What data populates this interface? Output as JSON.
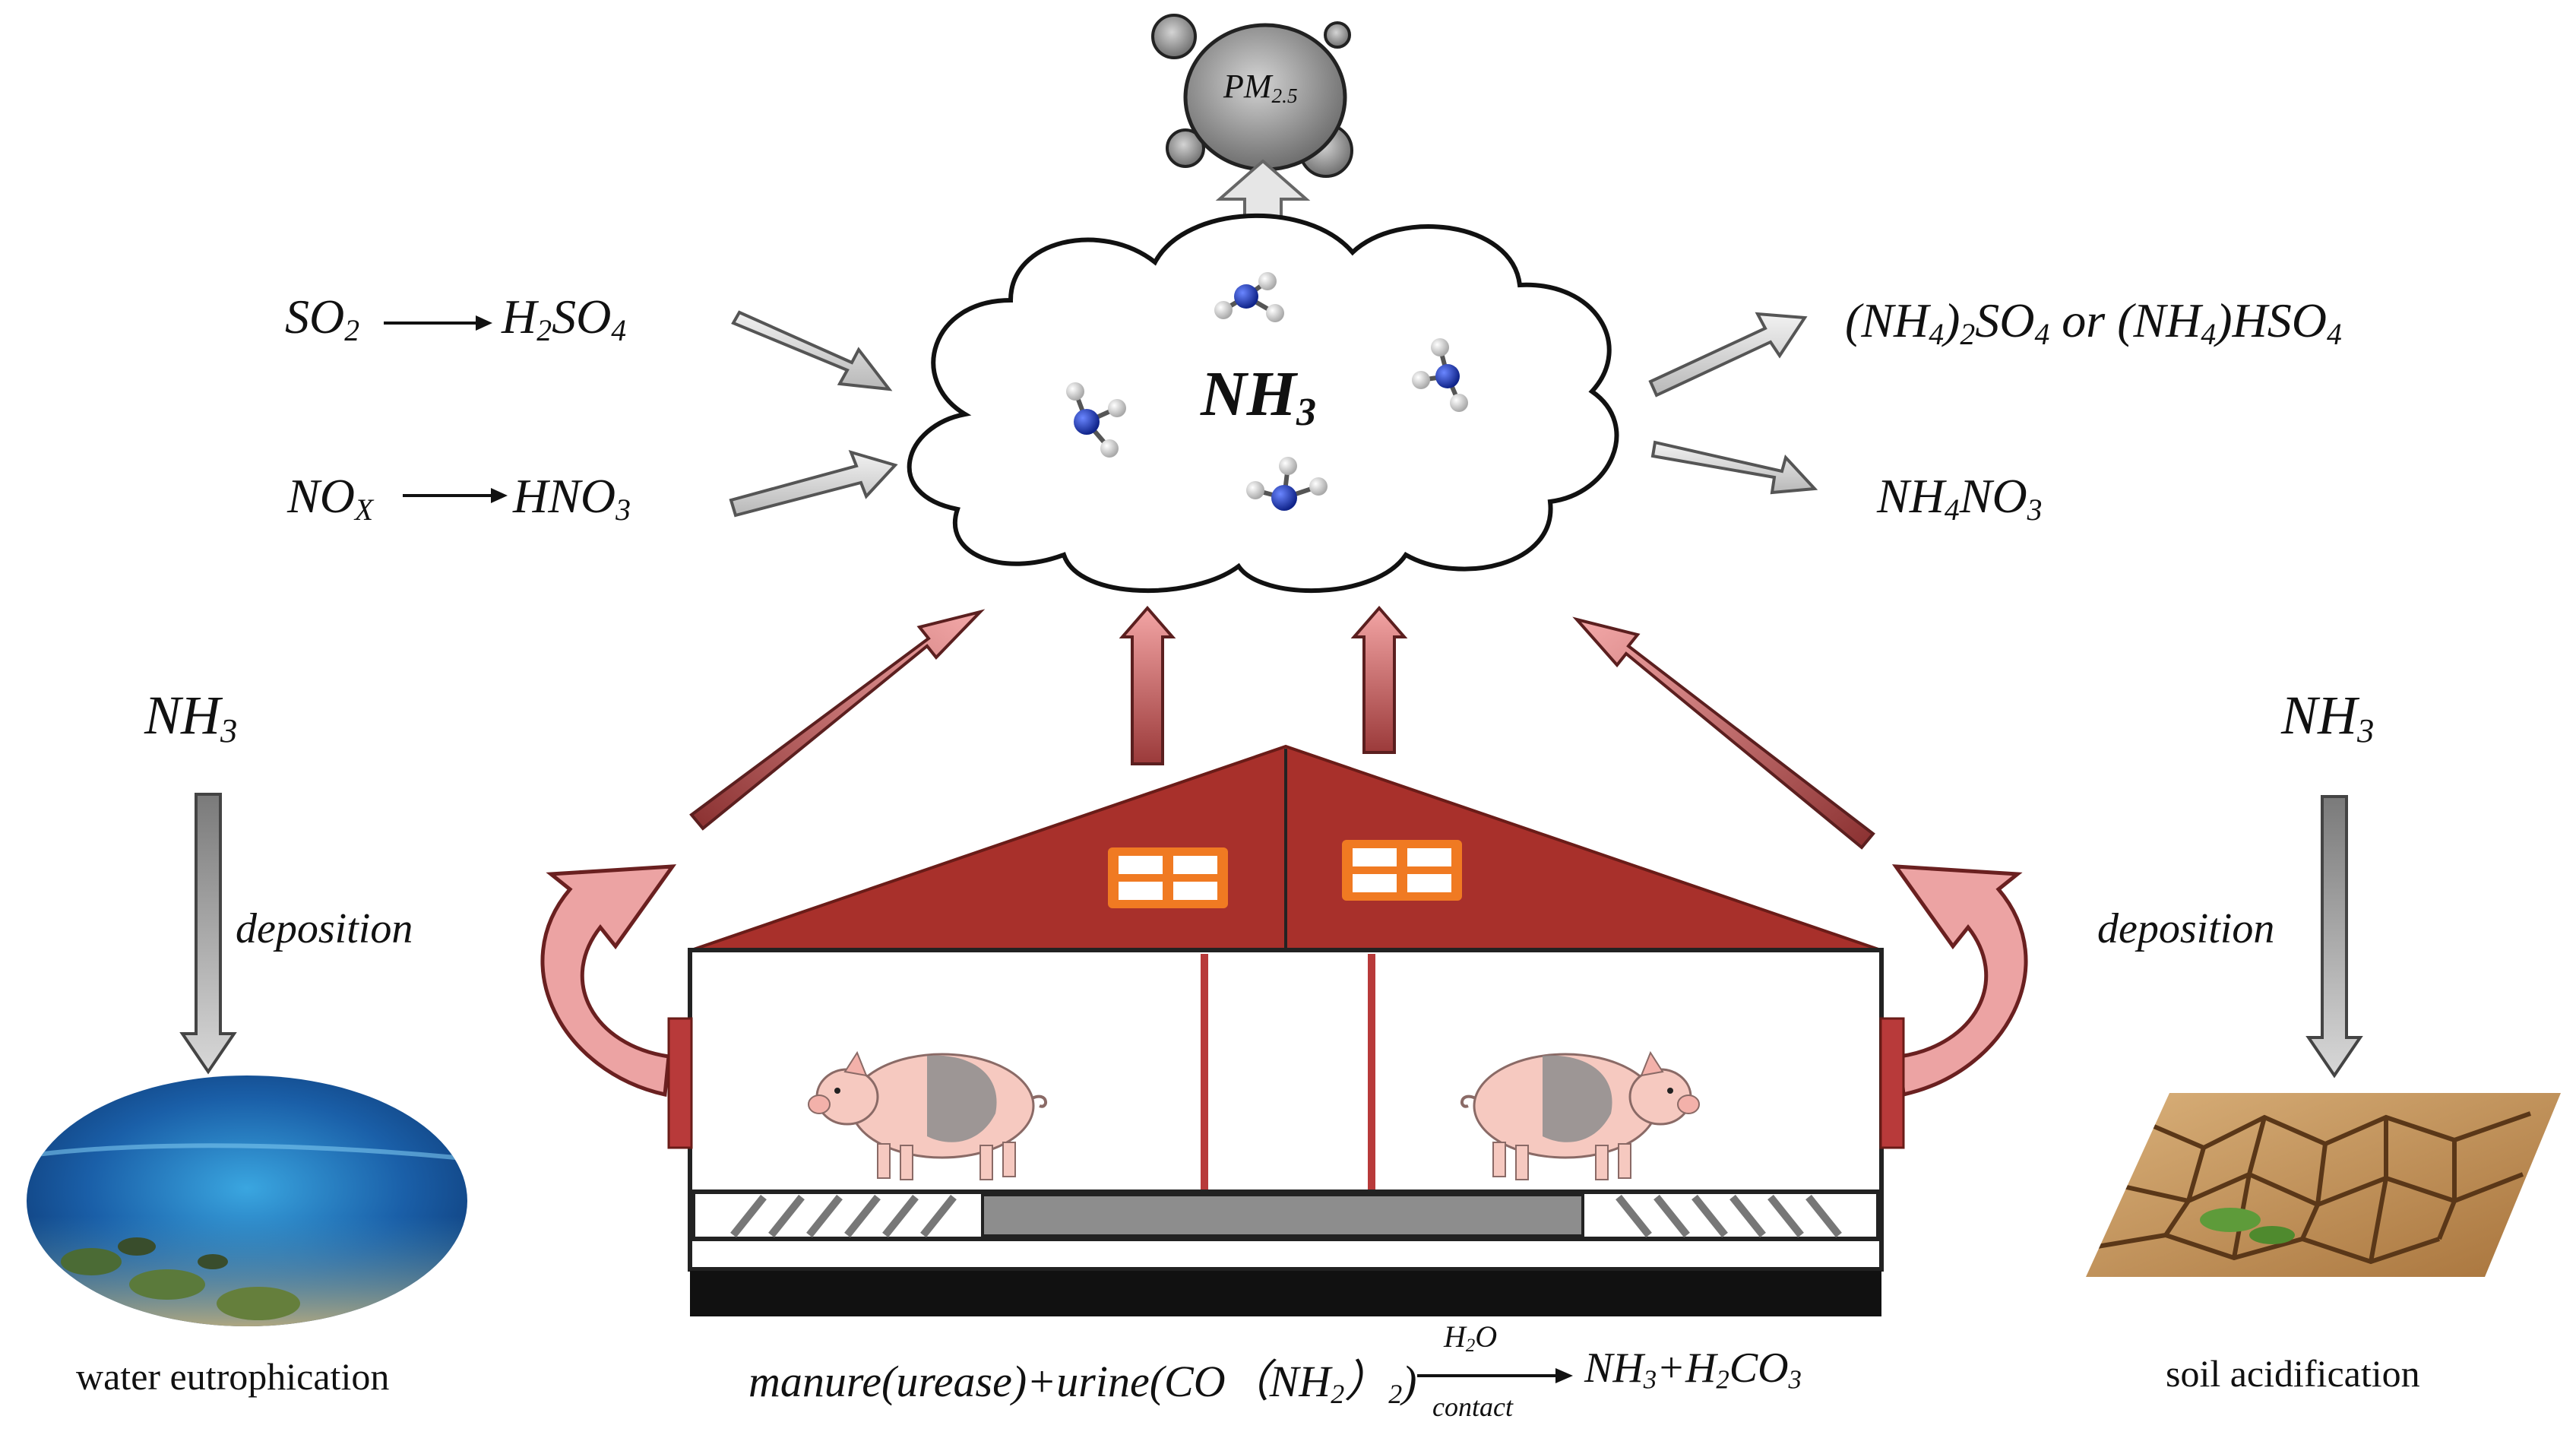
{
  "pm25": {
    "base": "PM",
    "sub": "2.5"
  },
  "cloud_label": {
    "base": "NH",
    "sub": "3"
  },
  "left_reactions": {
    "so2": {
      "base": "SO",
      "sub": "2"
    },
    "h2so4": {
      "a": "H",
      "sub1": "2",
      "b": "SO",
      "sub2": "4"
    },
    "nox": {
      "base": "NO",
      "sub": "X"
    },
    "hno3": {
      "base": "HNO",
      "sub": "3"
    }
  },
  "right_products": {
    "sulfate_line": "(NH4)2SO4 or (NH4)HSO4",
    "sulfate_parts": {
      "p1": "(NH",
      "s1": "4",
      "p2": ")",
      "s2": "2",
      "p3": "SO",
      "s3": "4",
      "p4": " or (NH",
      "s4": "4",
      "p5": ")HSO",
      "s5": "4"
    },
    "nitrate": {
      "p1": "NH",
      "s1": "4",
      "p2": "NO",
      "s2": "3"
    }
  },
  "left_branch": {
    "nh3": {
      "base": "NH",
      "sub": "3"
    },
    "deposition": "deposition",
    "caption": "water eutrophication"
  },
  "right_branch": {
    "nh3": {
      "base": "NH",
      "sub": "3"
    },
    "deposition": "deposition",
    "caption": "soil acidification"
  },
  "bottom_equation": {
    "left": "manure(urease)+urine(CO（NH",
    "left_sub": "2",
    "left_close": "）",
    "left_sub2": "2",
    "left_end": ")",
    "over": {
      "base": "H",
      "sub": "2",
      "end": "O"
    },
    "under": "contact",
    "product": {
      "p1": "NH",
      "s1": "3",
      "p2": "+H",
      "s2": "2",
      "p3": "CO",
      "s3": "3"
    }
  },
  "colors": {
    "roof": "#a8302b",
    "window": "#f07a22",
    "arrow_red": "#e8a0a0",
    "arrow_gray": "#d0d0d0",
    "molecule_n": "#1a3fd0"
  }
}
